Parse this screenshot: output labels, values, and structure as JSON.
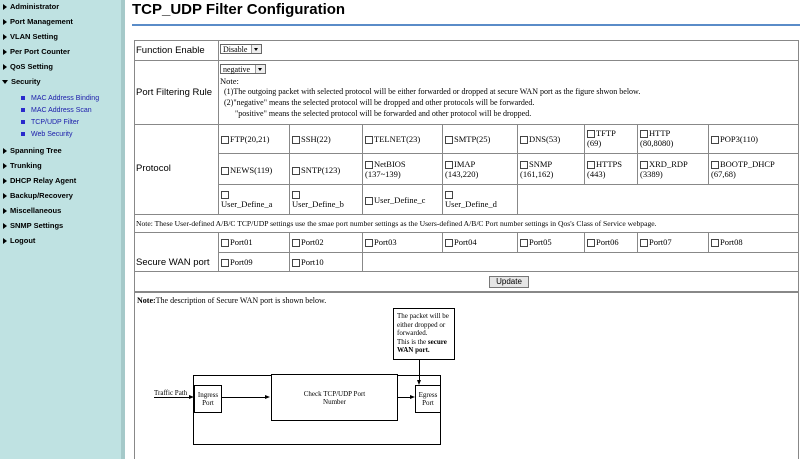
{
  "sidebar": {
    "items": [
      {
        "label": "Administrator",
        "expanded": false
      },
      {
        "label": "Port Management",
        "expanded": false
      },
      {
        "label": "VLAN Setting",
        "expanded": false
      },
      {
        "label": "Per Port Counter",
        "expanded": false
      },
      {
        "label": "QoS Setting",
        "expanded": false
      },
      {
        "label": "Security",
        "expanded": true
      },
      {
        "label": "Spanning Tree",
        "expanded": false
      },
      {
        "label": "Trunking",
        "expanded": false
      },
      {
        "label": "DHCP Relay Agent",
        "expanded": false
      },
      {
        "label": "Backup/Recovery",
        "expanded": false
      },
      {
        "label": "Miscellaneous",
        "expanded": false
      },
      {
        "label": "SNMP Settings",
        "expanded": false
      },
      {
        "label": "Logout",
        "expanded": false
      }
    ],
    "security_subitems": [
      "MAC Address Binding",
      "MAC Address Scan",
      "TCP/UDP Filter",
      "Web Security"
    ]
  },
  "page": {
    "title": "TCP_UDP Filter Configuration"
  },
  "function_enable": {
    "label": "Function Enable",
    "value": "Disable"
  },
  "port_filtering": {
    "label": "Port Filtering Rule",
    "value": "negative",
    "note_title": "Note:",
    "note_lines": [
      "(1)The outgoing packet with selected protocol will be either forwarded or dropped at secure WAN port as the figure shwon below.",
      "(2)\"negative\" means the selected protocol will be dropped and other protocols will be forwarded.",
      "\"positive\" means the selected protocol will be forwarded and other protocol will be dropped."
    ]
  },
  "protocol": {
    "label": "Protocol",
    "rows": [
      [
        {
          "name": "FTP(20,21)"
        },
        {
          "name": "SSH(22)"
        },
        {
          "name": "TELNET(23)"
        },
        {
          "name": "SMTP(25)"
        },
        {
          "name": "DNS(53)"
        },
        {
          "name": "TFTP",
          "sub": "(69)"
        },
        {
          "name": "HTTP",
          "sub": "(80,8080)"
        },
        {
          "name": "POP3(110)"
        }
      ],
      [
        {
          "name": "NEWS(119)"
        },
        {
          "name": "SNTP(123)"
        },
        {
          "name": "NetBIOS",
          "sub": "(137~139)"
        },
        {
          "name": "IMAP",
          "sub": "(143,220)"
        },
        {
          "name": "SNMP",
          "sub": "(161,162)"
        },
        {
          "name": "HTTPS",
          "sub": "(443)"
        },
        {
          "name": "XRD_RDP",
          "sub": "(3389)"
        },
        {
          "name": "BOOTP_DHCP",
          "sub": "(67,68)"
        }
      ],
      [
        {
          "name": "User_Define_a"
        },
        {
          "name": "User_Define_b"
        },
        {
          "name": "User_Define_c"
        },
        {
          "name": "User_Define_d"
        }
      ]
    ]
  },
  "protocol_note": "Note: These User-defined A/B/C TCP/UDP settings use the smae port number settings as the Users-defined A/B/C Port number settings in Qos's Class of Service webpage.",
  "secure_wan": {
    "label": "Secure WAN port",
    "ports": [
      "Port01",
      "Port02",
      "Port03",
      "Port04",
      "Port05",
      "Port06",
      "Port07",
      "Port08",
      "Port09",
      "Port10"
    ]
  },
  "update_label": "Update",
  "description": {
    "note_bold": "Note:",
    "note_text": "The description of Secure WAN port is shown below.",
    "traffic_path": "Traffic Path",
    "ingress_line1": "Ingress",
    "ingress_line2": "Port",
    "check_line1": "Check  TCP/UDP Port",
    "check_line2": "Number",
    "egress_line1": "Egress",
    "egress_line2": "Port",
    "callout_lines": [
      "The packet will be",
      "either dropped or",
      "forwarded."
    ],
    "callout_secure_prefix": "This is the ",
    "callout_secure_bold": "secure",
    "callout_wan": "WAN port."
  }
}
